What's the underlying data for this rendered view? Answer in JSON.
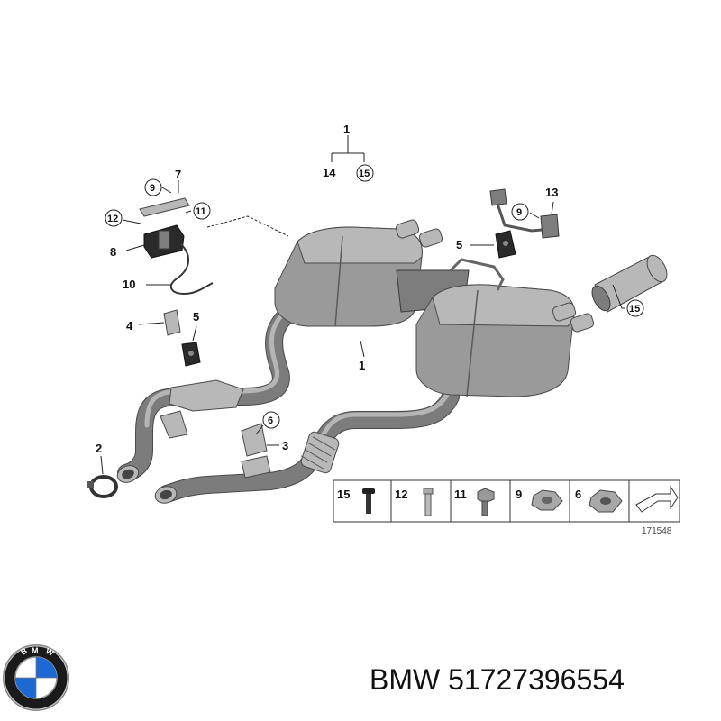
{
  "diagram": {
    "callouts": {
      "c1_top": "1",
      "c14": "14",
      "c15_top": "15",
      "c9_left": "9",
      "c7": "7",
      "c12_left": "12",
      "c11_left": "11",
      "c8": "8",
      "c10": "10",
      "c4": "4",
      "c5_left": "5",
      "c1_mid": "1",
      "c2": "2",
      "c6": "6",
      "c3": "3",
      "c9_right": "9",
      "c13": "13",
      "c5_right": "5",
      "c15_right": "15"
    },
    "legend": {
      "items": [
        "15",
        "12",
        "11",
        "9",
        "6"
      ]
    },
    "drawing_number": "171548"
  },
  "footer": {
    "brand": "BMW",
    "part_number": "51727396554",
    "logo_letters": "BMW"
  }
}
